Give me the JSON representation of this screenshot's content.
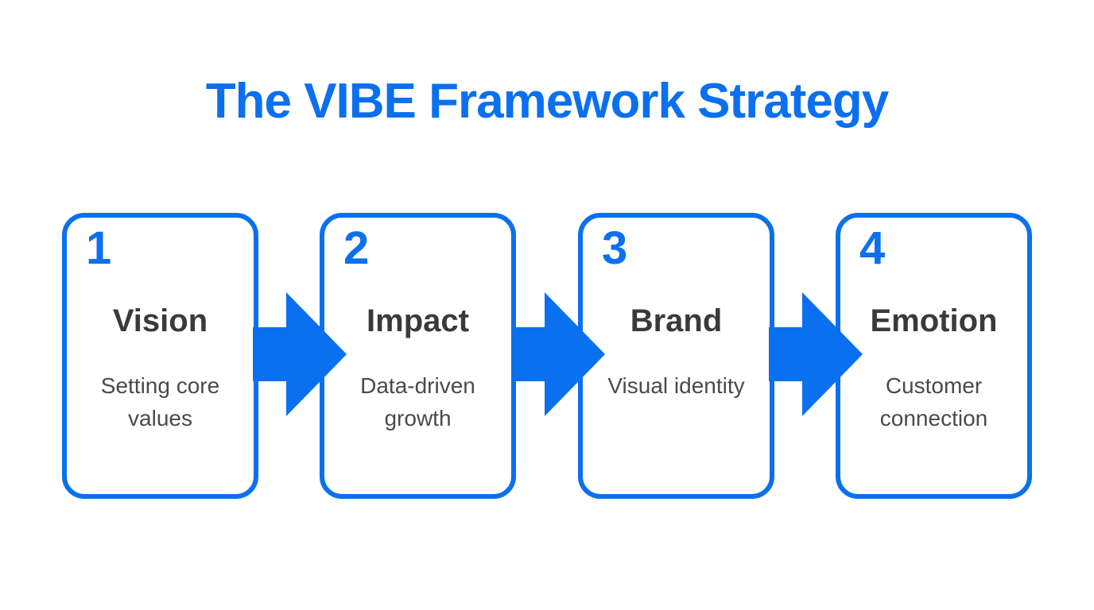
{
  "title": "The VIBE Framework Strategy",
  "colors": {
    "accent_blue": "#0b70f0",
    "step_title_text": "#3a3a3c",
    "step_description_text": "#4a4a4c",
    "background": "#ffffff"
  },
  "steps": [
    {
      "number": "1",
      "title": "Vision",
      "description": "Setting core values"
    },
    {
      "number": "2",
      "title": "Impact",
      "description": "Data-driven growth"
    },
    {
      "number": "3",
      "title": "Brand",
      "description": "Visual identity"
    },
    {
      "number": "4",
      "title": "Emotion",
      "description": "Customer connection"
    }
  ],
  "connectors": [
    {
      "icon": "right-arrow"
    },
    {
      "icon": "right-arrow"
    },
    {
      "icon": "right-arrow"
    }
  ]
}
